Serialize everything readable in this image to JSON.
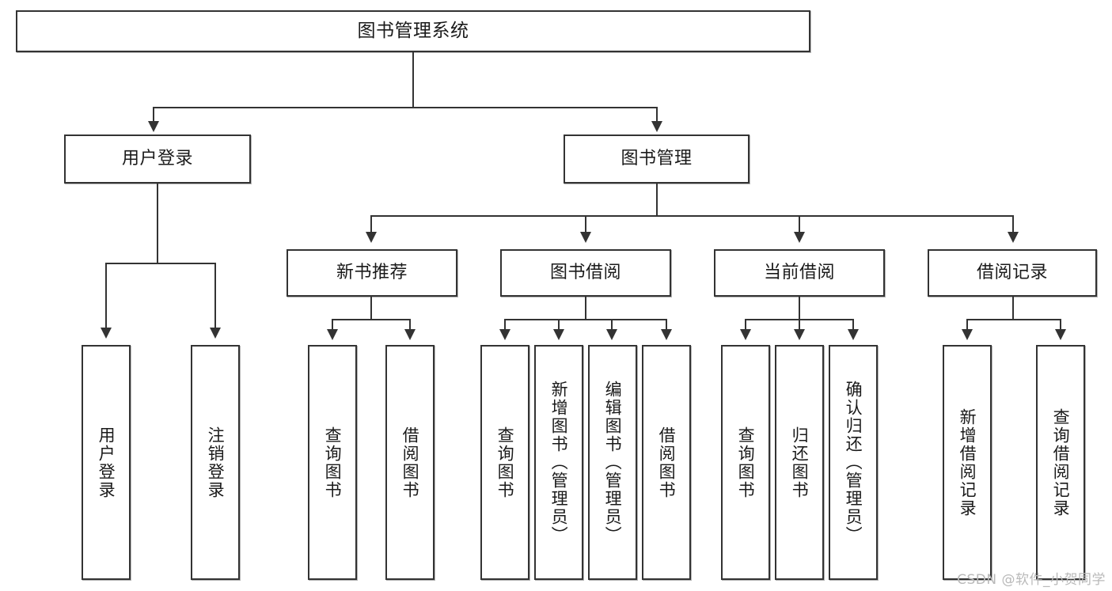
{
  "diagram": {
    "title": "图书管理系统",
    "type": "functional-structure-tree",
    "root": {
      "label": "图书管理系统"
    },
    "level2": [
      {
        "label": "用户登录"
      },
      {
        "label": "图书管理"
      }
    ],
    "level3": [
      {
        "label": "新书推荐"
      },
      {
        "label": "图书借阅"
      },
      {
        "label": "当前借阅"
      },
      {
        "label": "借阅记录"
      }
    ],
    "leaves": [
      {
        "label": "用户登录",
        "parent": "用户登录"
      },
      {
        "label": "注销登录",
        "parent": "用户登录"
      },
      {
        "label": "查询图书",
        "parent": "新书推荐"
      },
      {
        "label": "借阅图书",
        "parent": "新书推荐"
      },
      {
        "label": "查询图书",
        "parent": "图书借阅"
      },
      {
        "label": "新增图书（管理员）",
        "parent": "图书借阅"
      },
      {
        "label": "编辑图书（管理员）",
        "parent": "图书借阅"
      },
      {
        "label": "借阅图书",
        "parent": "图书借阅"
      },
      {
        "label": "查询图书",
        "parent": "当前借阅"
      },
      {
        "label": "归还图书",
        "parent": "当前借阅"
      },
      {
        "label": "确认归还（管理员）",
        "parent": "当前借阅"
      },
      {
        "label": "新增借阅记录",
        "parent": "借阅记录"
      },
      {
        "label": "查询借阅记录",
        "parent": "借阅记录"
      }
    ]
  },
  "watermark": {
    "text": "CSDN @软件_小贺同学"
  },
  "colors": {
    "stroke": "#333333",
    "fill": "#ffffff",
    "text": "#1a1a1a",
    "watermark": "#b9b9b9"
  }
}
